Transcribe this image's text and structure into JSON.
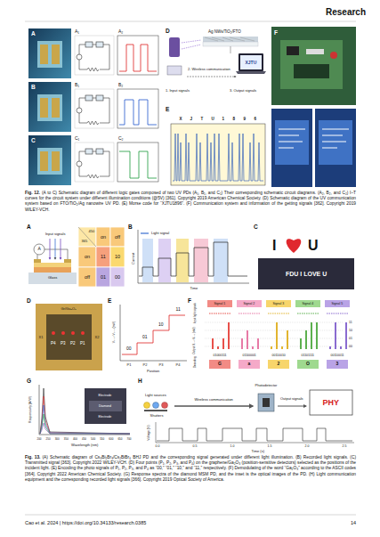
{
  "diagram": {
    "labels": [
      "Research",
      "A",
      "A₁",
      "A₂",
      "B",
      "B₁",
      "B₂",
      "C",
      "C₁",
      "C₂",
      "D",
      "Ag NWs/TiO₂/FTO",
      "1. Input signals",
      "2. Wireless communication",
      "3. Output signals",
      "XJTU",
      "E",
      "X",
      "J",
      "T",
      "U",
      "1",
      "8",
      "9",
      "6",
      "F",
      "Fig. 12.",
      "(A to C) Schematic diagram of different logic gates composed of two UV PDs (A₁, B₁, and C₁) Their corresponding schematic circuit diagrams. (A₂, B₂, and C₂) I–T curves for the circuit system under different illumination conditions (@5V) [361]. Copyright 2019 American Chemical Society. (D) Schematic diagram of the UV communication system based on FTO/TiO₂/Ag nanowire UV PD. (E) Morse code for “XJTU1896”. (F) Communication system and information of the getting signals [362]. Copyright 2019 WILEY-VCH.",
      "A",
      "Input signals",
      "A",
      "Glass",
      "365",
      "450",
      "on",
      "off",
      "on",
      "11",
      "10",
      "off",
      "01",
      "00",
      "B",
      "Light signal",
      "Current",
      "Time",
      "C",
      "I",
      "U",
      "FDU I LOVE U",
      "D",
      "Gr/Ga₂O₃",
      "X1",
      "X2",
      "P4",
      "P3",
      "P2",
      "P1",
      "E",
      "V₁₋₂−V₂₋₃ (mV)",
      "00",
      "01",
      "10",
      "11",
      "P1",
      "P2",
      "P3",
      "P4",
      "Position",
      "F",
      "Input light signals",
      "Signal 1",
      "Signal 2",
      "Signal 3",
      "Signal 4",
      "Signal 5",
      "Output V₁₋ₓ−V₂₋ₓ (mV)",
      "11",
      "10",
      "01",
      "00",
      "Decoding",
      "01000111",
      "01100001",
      "00110010",
      "01101111",
      "00110011",
      "G",
      "a",
      "2",
      "O",
      "3",
      "G",
      "Responsivity (A/W)",
      "Wavelength (nm)",
      "200",
      "250",
      "300",
      "350",
      "400",
      "450",
      "500",
      "550",
      "600",
      "650",
      "700",
      "Electrode",
      "Diamond",
      "Electrode",
      "H",
      "Light sources",
      "Shutters",
      "Wireless communication",
      "Photodetector",
      "Output signals",
      "PHY",
      "Voltage (V)",
      "Time (s)",
      "0.0",
      "0.5",
      "1.0",
      "1.5",
      "2.0",
      "2.5",
      "Fig. 13.",
      "(A) Schematic diagram of Cs₃Bi₂Br₉/Cs₂BiBr₆ BHJ PD and the corresponding signal generated under different light illumination. (B) Recorded light signals. (C) Transmitted signal [363]. Copyright 2022 WILEY-VCH. (D) Four points (P₁, P₂, P₃, and P₄) on the graphene/Ga₂O₃ (position-sensitive detectors) selected as the positions of the incident light. (E) Encoding the photo signals of P₁, P₂, P₃, and P₄ as “00,” “01,” “10,” and “11,” respectively. (F) Demodulating of the word “Ga₂O₃” according to the ASCII codes [364]. Copyright 2022 American Chemical Society. (G) Response spectra of the diamond MSM PD, and the inset is the optical images of the PD. (H) Light communication equipment and the corresponding recorded light signals [366]. Copyright 2019 Optical Society of America.",
      "Cao et al. 2024 | https://doi.org/10.34133/research.0385",
      "14"
    ]
  }
}
